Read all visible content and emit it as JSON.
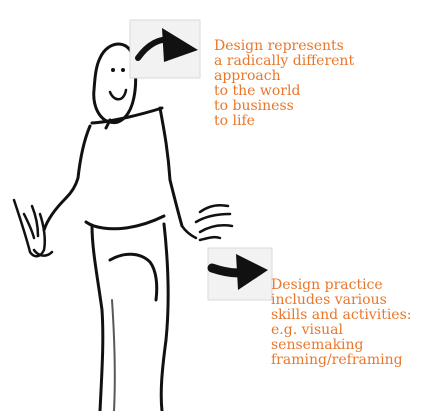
{
  "captions": {
    "top": {
      "lines": [
        "Design  represents",
        "a radically different",
        "approach",
        "to the world",
        "to business",
        "to life"
      ]
    },
    "bottom": {
      "lines": [
        "Design practice",
        "includes various",
        "skills and activities:",
        "e.g. visual",
        "sensemaking",
        "framing/reframing"
      ]
    }
  },
  "colors": {
    "caption_text": "#e9772b",
    "ink": "#111111",
    "arrow_card": "#f2f2f2"
  },
  "icons": [
    "stick-figure-illustration",
    "arrow-right-icon",
    "arrow-right-icon"
  ]
}
